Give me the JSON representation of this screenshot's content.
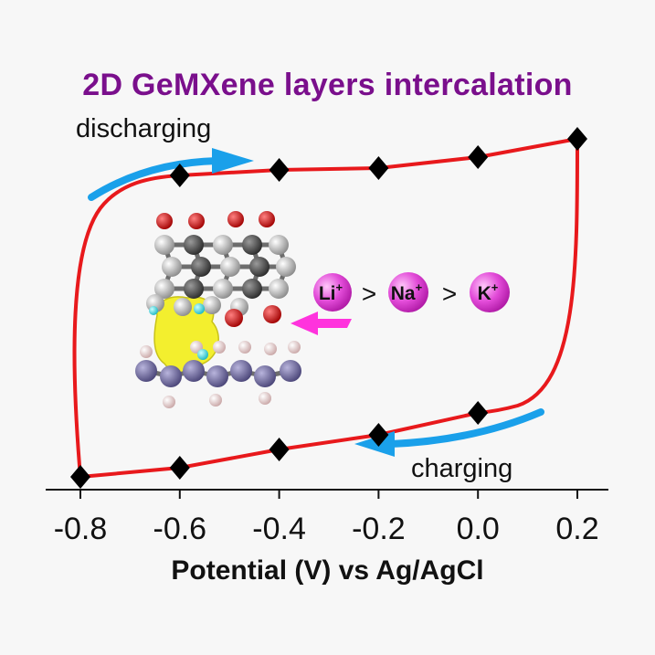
{
  "chart_data": {
    "type": "line",
    "title": "2D GeMXene layers intercalation",
    "xlabel": "Potential (V) vs Ag/AgCl",
    "xlim": [
      -0.85,
      0.25
    ],
    "xticks": [
      "-0.8",
      "-0.6",
      "-0.4",
      "-0.2",
      "0.0",
      "0.2"
    ],
    "tick_values": [
      -0.8,
      -0.6,
      -0.4,
      -0.2,
      0.0,
      0.2
    ],
    "series": [
      {
        "curve": "upper",
        "points": [
          {
            "x": -0.6,
            "y": 0.7
          },
          {
            "x": -0.4,
            "y": 0.73
          },
          {
            "x": -0.2,
            "y": 0.74
          },
          {
            "x": 0.0,
            "y": 0.8
          },
          {
            "x": 0.2,
            "y": 0.9
          }
        ]
      },
      {
        "curve": "lower",
        "points": [
          {
            "x": -0.8,
            "y": -0.95
          },
          {
            "x": -0.6,
            "y": -0.9
          },
          {
            "x": -0.4,
            "y": -0.8
          },
          {
            "x": -0.2,
            "y": -0.72
          },
          {
            "x": 0.0,
            "y": -0.6
          }
        ]
      }
    ],
    "annotations": {
      "discharging": "discharging",
      "charging": "charging"
    },
    "ions": [
      {
        "base": "Li",
        "sup": "+"
      },
      {
        "base": "Na",
        "sup": "+"
      },
      {
        "base": "K",
        "sup": "+"
      }
    ],
    "ion_separator": ">",
    "colors": {
      "curve": "#e8191c",
      "arrow": "#1aa0ea",
      "marker": "#000000",
      "title": "#7a0f8c",
      "ion": "#e24bd8",
      "insert_arrow": "#ff33dd"
    }
  }
}
